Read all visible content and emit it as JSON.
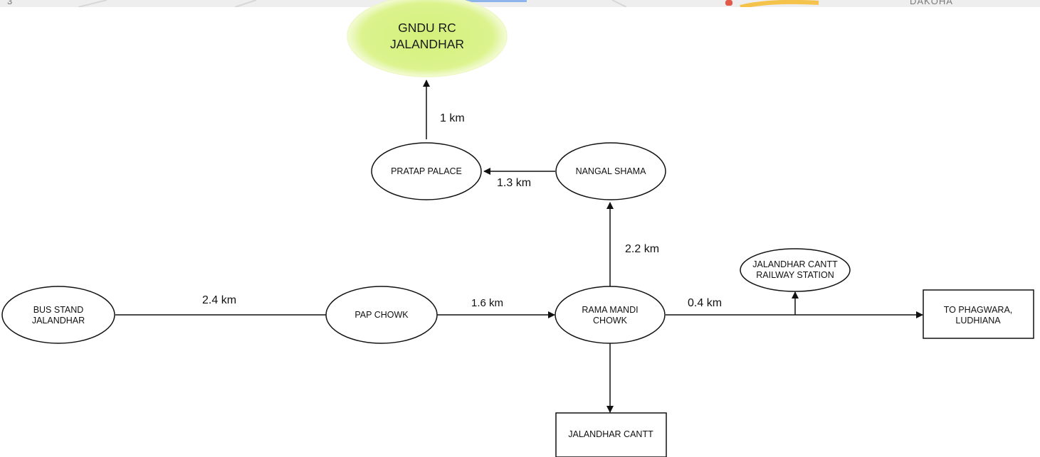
{
  "map_strip": {
    "left_fragment": "3",
    "right_fragment": "DAKOHA"
  },
  "nodes": {
    "gndu": {
      "line1": "GNDU RC",
      "line2": "JALANDHAR"
    },
    "pratap_palace": {
      "label": "PRATAP PALACE"
    },
    "nangal_shama": {
      "label": "NANGAL SHAMA"
    },
    "bus_stand": {
      "line1": "BUS STAND",
      "line2": "JALANDHAR"
    },
    "pap_chowk": {
      "label": "PAP CHOWK"
    },
    "rama_mandi": {
      "line1": "RAMA MANDI",
      "line2": "CHOWK"
    },
    "cantt_station": {
      "line1": "JALANDHAR CANTT",
      "line2": "RAILWAY STATION"
    },
    "phagwara": {
      "line1": "TO PHAGWARA,",
      "line2": "LUDHIANA"
    },
    "jalandhar_cantt": {
      "label": "JALANDHAR CANTT"
    }
  },
  "edges": {
    "pratap_to_gndu": "1 km",
    "nangal_to_pratap": "1.3 km",
    "rama_to_nangal": "2.2 km",
    "bus_to_pap": "2.4 km",
    "pap_to_rama": "1.6 km",
    "rama_to_phagwara": "0.4 km"
  },
  "colors": {
    "destination_fill": "#d4f07a",
    "destination_edge": "#f4fbd8",
    "stroke": "#111111",
    "background": "#ffffff"
  }
}
